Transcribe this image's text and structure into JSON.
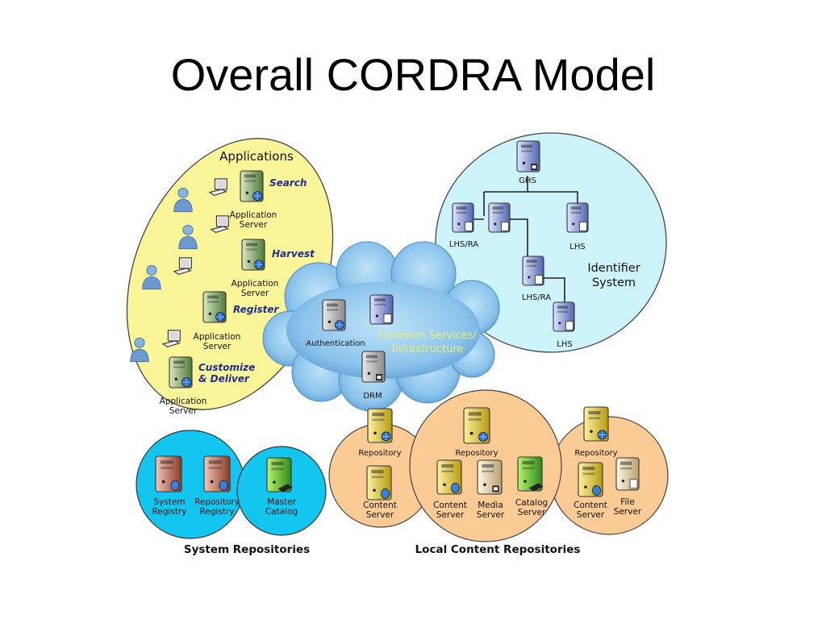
{
  "slide": {
    "title": "Overall CORDRA Model"
  },
  "applications": {
    "heading": "Applications",
    "apps": [
      {
        "action": "Search",
        "server_label": [
          "Application",
          "Server"
        ]
      },
      {
        "action": "Harvest",
        "server_label": [
          "Application",
          "Server"
        ]
      },
      {
        "action": "Register",
        "server_label": [
          "Application",
          "Server"
        ]
      },
      {
        "action": [
          "Customize",
          "& Deliver"
        ],
        "server_label": [
          "Application",
          "Server"
        ]
      }
    ]
  },
  "identifier_system": {
    "heading": [
      "Identifier",
      "System"
    ],
    "nodes": {
      "ghs": "GHS",
      "lhs_ra_1": "LHS/RA",
      "lhs_1": "LHS",
      "lhs_ra_2": "LHS/RA",
      "lhs_2": "LHS"
    }
  },
  "common_services": {
    "heading": [
      "Common Services/",
      "Infrastructure"
    ],
    "authentication": "Authentication",
    "drm": "DRM"
  },
  "system_repositories": {
    "caption": "System Repositories",
    "system_registry": [
      "System",
      "Registry"
    ],
    "repository_registry": [
      "Repository",
      "Registry"
    ],
    "master_catalog": [
      "Master",
      "Catalog"
    ]
  },
  "local_content_repositories": {
    "caption": "Local Content Repositories",
    "left": {
      "repository": "Repository",
      "content_server": [
        "Content",
        "Server"
      ]
    },
    "middle": {
      "repository": "Repository",
      "content_server": [
        "Content",
        "Server"
      ],
      "media_server": [
        "Media",
        "Server"
      ],
      "catalog_server": [
        "Catalog",
        "Server"
      ]
    },
    "right": {
      "repository": "Repository",
      "content_server": [
        "Content",
        "Server"
      ],
      "file_server": [
        "File",
        "Server"
      ]
    }
  },
  "colors": {
    "applications_fill": "#FBF59A",
    "identifier_fill": "#CDF4FB",
    "cloud_fill": "#8FC8EE",
    "system_repo_fill": "#13C6F0",
    "local_repo_fill": "#FBCB95",
    "action_text": "#1F2E8C",
    "cloud_text": "#E8F070"
  }
}
